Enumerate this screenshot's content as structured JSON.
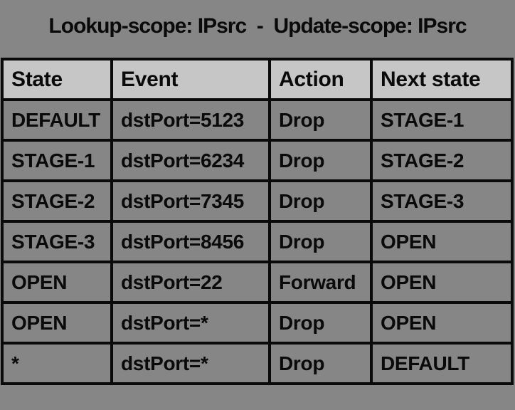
{
  "title": "Lookup-scope: IPsrc  -  Update-scope: IPsrc",
  "colors": {
    "bg": "#868686",
    "header_bg": "#C6C6C6",
    "ink": "#0A0A0A"
  },
  "chart_data": {
    "type": "table",
    "title": "Lookup-scope: IPsrc  -  Update-scope: IPsrc",
    "columns": [
      "State",
      "Event",
      "Action",
      "Next state"
    ],
    "rows": [
      [
        "DEFAULT",
        "dstPort=5123",
        "Drop",
        "STAGE-1"
      ],
      [
        "STAGE-1",
        "dstPort=6234",
        "Drop",
        "STAGE-2"
      ],
      [
        "STAGE-2",
        "dstPort=7345",
        "Drop",
        "STAGE-3"
      ],
      [
        "STAGE-3",
        "dstPort=8456",
        "Drop",
        "OPEN"
      ],
      [
        "OPEN",
        "dstPort=22",
        "Forward",
        "OPEN"
      ],
      [
        "OPEN",
        "dstPort=*",
        "Drop",
        "OPEN"
      ],
      [
        "*",
        "dstPort=*",
        "Drop",
        "DEFAULT"
      ]
    ],
    "layout": {
      "legend": "none",
      "grid": "full-borders",
      "header_position": "top"
    }
  }
}
